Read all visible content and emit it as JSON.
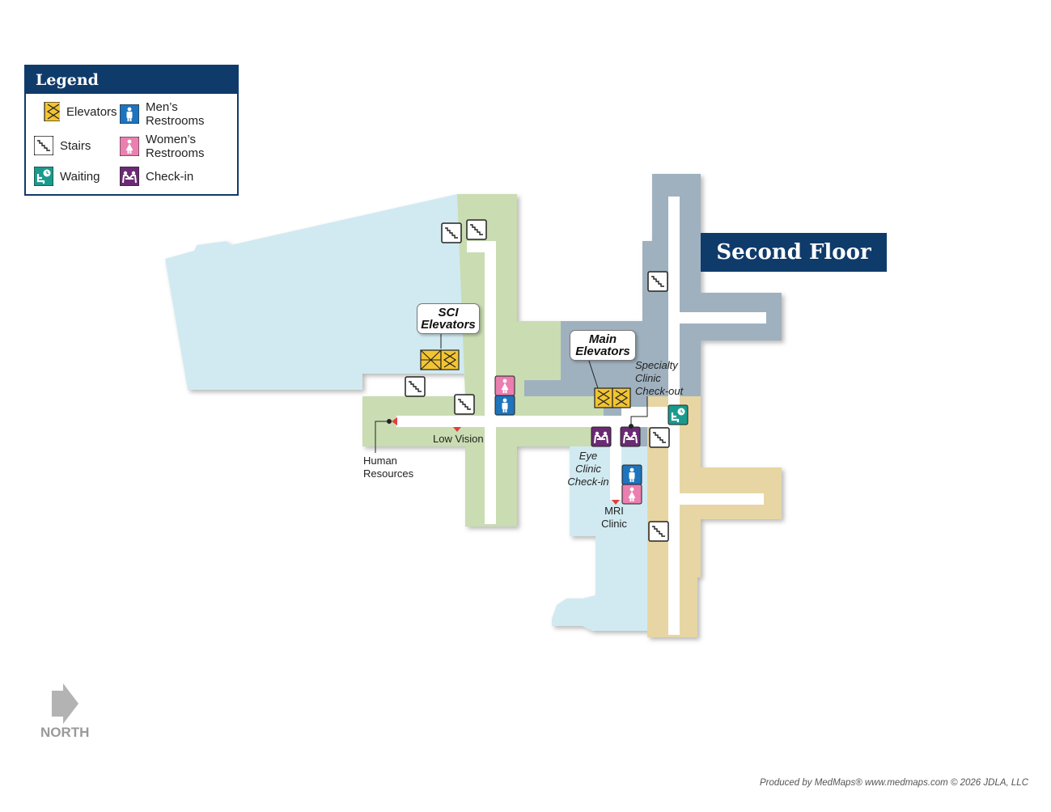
{
  "legend": {
    "title": "Legend",
    "items": [
      {
        "icon": "elevator-icon",
        "label": "Elevators"
      },
      {
        "icon": "mens-restroom-icon",
        "label": "Men’s Restrooms"
      },
      {
        "icon": "stairs-icon",
        "label": "Stairs"
      },
      {
        "icon": "womens-restroom-icon",
        "label": "Women’s Restrooms"
      },
      {
        "icon": "waiting-icon",
        "label": "Waiting"
      },
      {
        "icon": "check-in-icon",
        "label": "Check-in"
      }
    ]
  },
  "floor_title": "Second Floor",
  "callouts": {
    "sci_elevators": "SCI Elevators",
    "main_elevators": "Main Elevators"
  },
  "labels": {
    "specialty_checkout": "Specialty Clinic Check-out",
    "low_vision": "Low Vision",
    "human_resources": "Human Resources",
    "eye_clinic_checkin": "Eye Clinic Check-in",
    "mri_clinic": "MRI Clinic"
  },
  "compass": {
    "label": "NORTH"
  },
  "credit": "Produced by MedMaps®  www.medmaps.com   © 2026 JDLA, LLC",
  "colors": {
    "navy": "#0f3b6b",
    "light_blue_zone": "#d1eaf1",
    "green_zone": "#cadcb2",
    "slate_zone": "#9fb1bf",
    "tan_zone": "#e7d6a3",
    "corridor": "#ffffff",
    "elevator": "#f3c431",
    "mens": "#1e74bd",
    "womens": "#ea7fb0",
    "waiting": "#1a9a8d",
    "checkin": "#6b2a74",
    "marker": "#e63b3b"
  }
}
